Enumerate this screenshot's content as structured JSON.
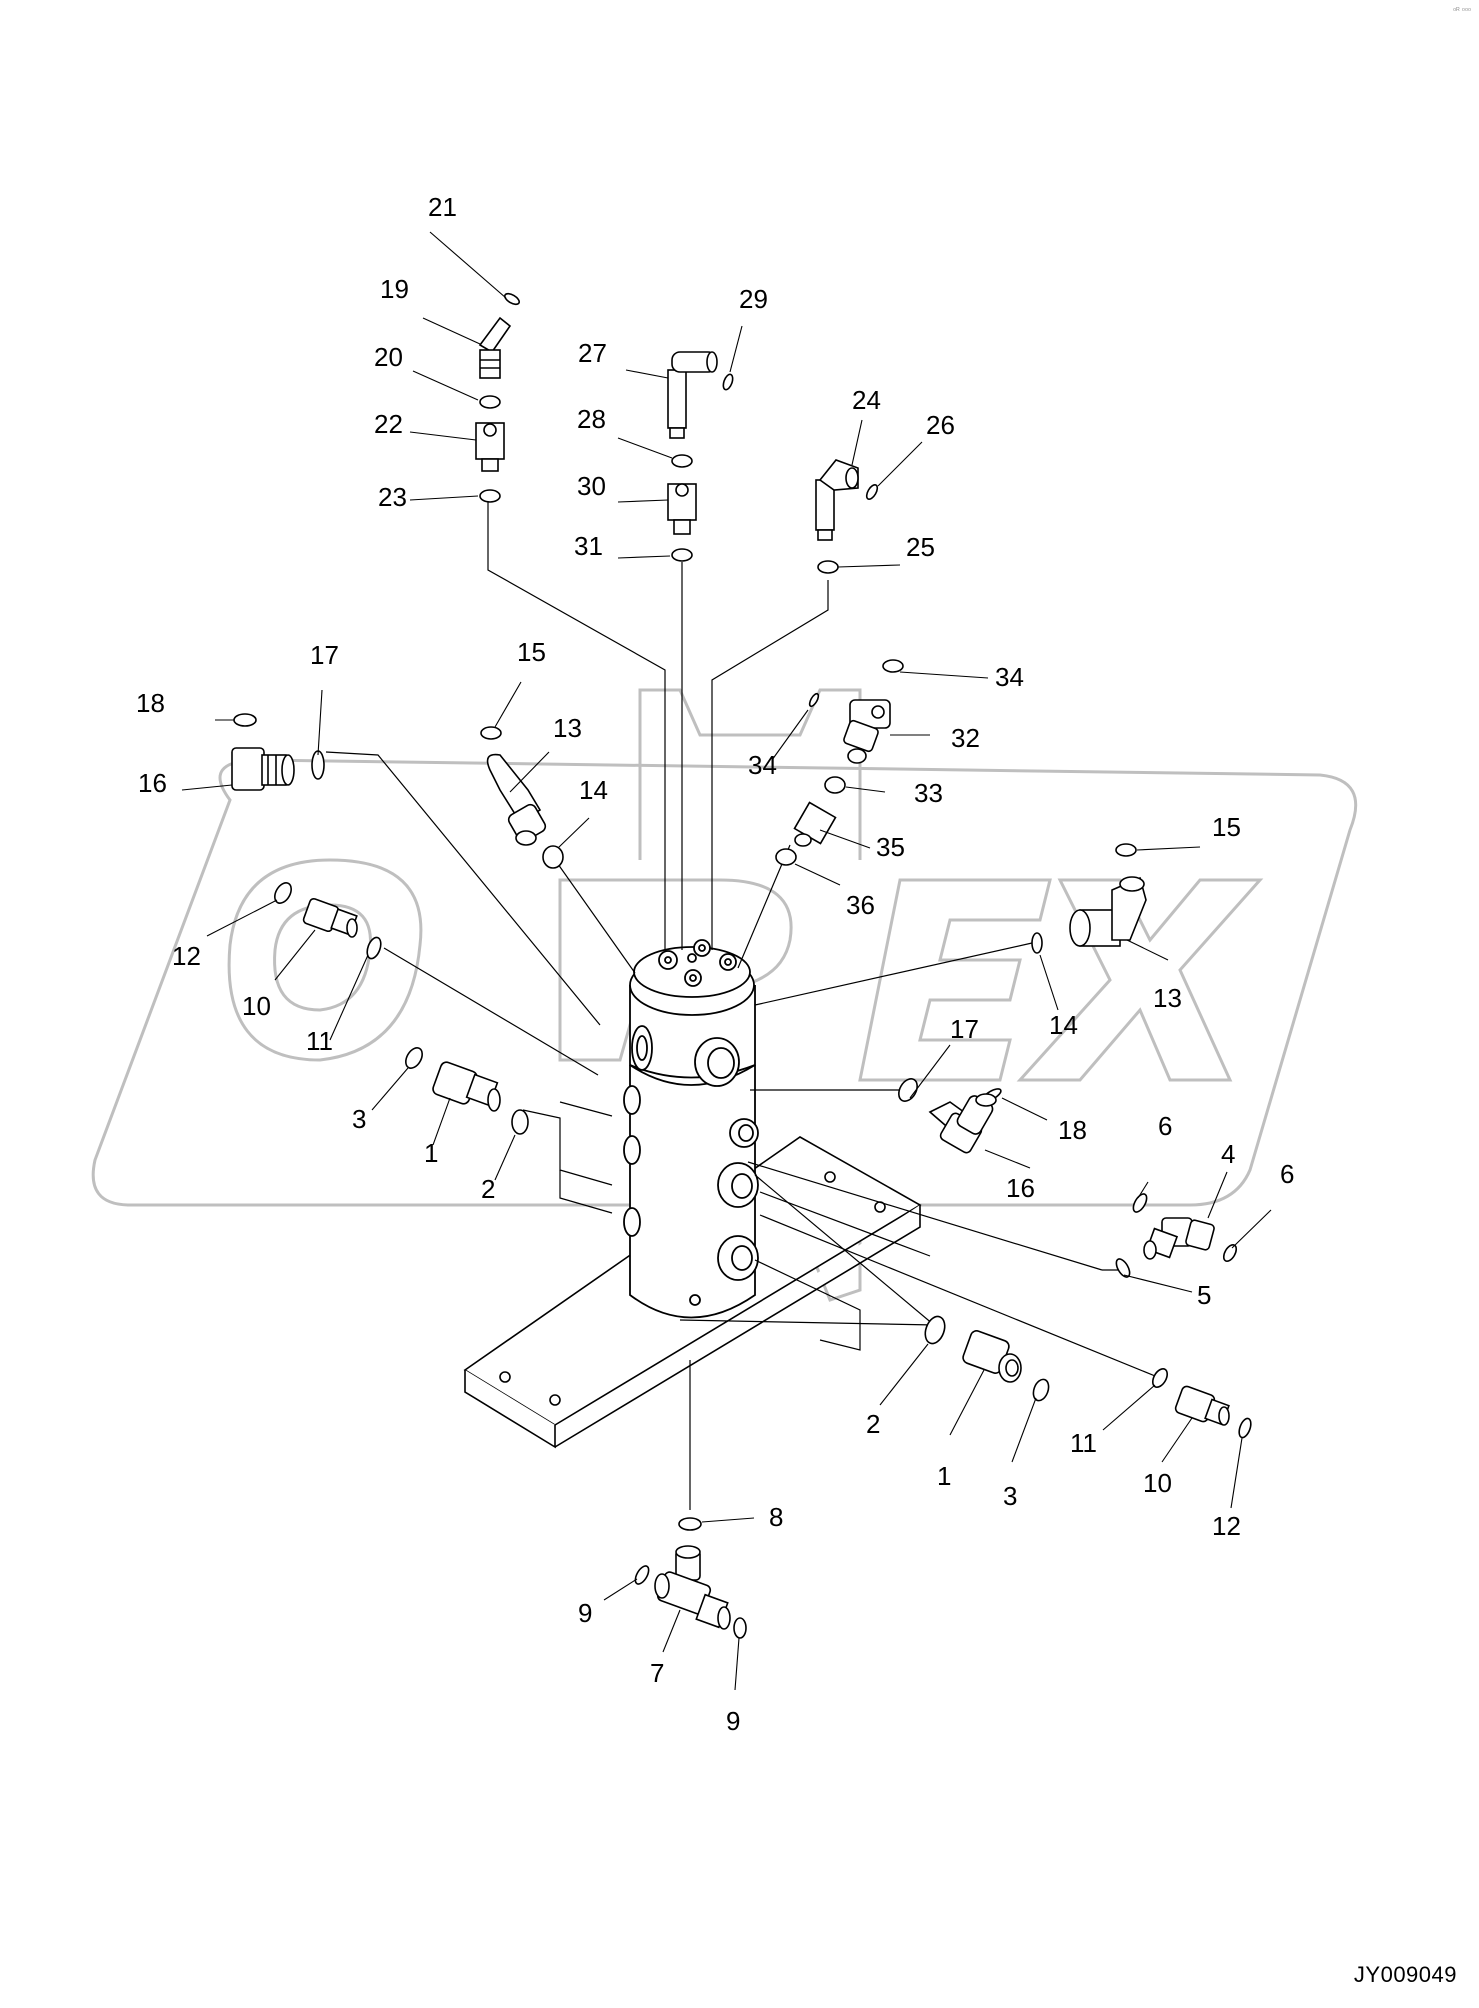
{
  "watermark_text": "OREX",
  "corner_mark": "ᵒᴿ ᵒᵒᵒ",
  "drawing_code": "JY009049",
  "callouts": [
    "1",
    "2",
    "3",
    "1",
    "2",
    "3",
    "4",
    "5",
    "6",
    "6",
    "7",
    "8",
    "9",
    "9",
    "10",
    "11",
    "12",
    "10",
    "11",
    "12",
    "13",
    "14",
    "15",
    "13",
    "14",
    "15",
    "16",
    "17",
    "18",
    "16",
    "17",
    "18",
    "19",
    "20",
    "21",
    "22",
    "23",
    "24",
    "25",
    "26",
    "27",
    "28",
    "29",
    "30",
    "31",
    "32",
    "33",
    "34",
    "34",
    "35",
    "36"
  ],
  "colors": {
    "line": "#000000",
    "watermark": "#bdbdbd",
    "background": "#ffffff"
  }
}
